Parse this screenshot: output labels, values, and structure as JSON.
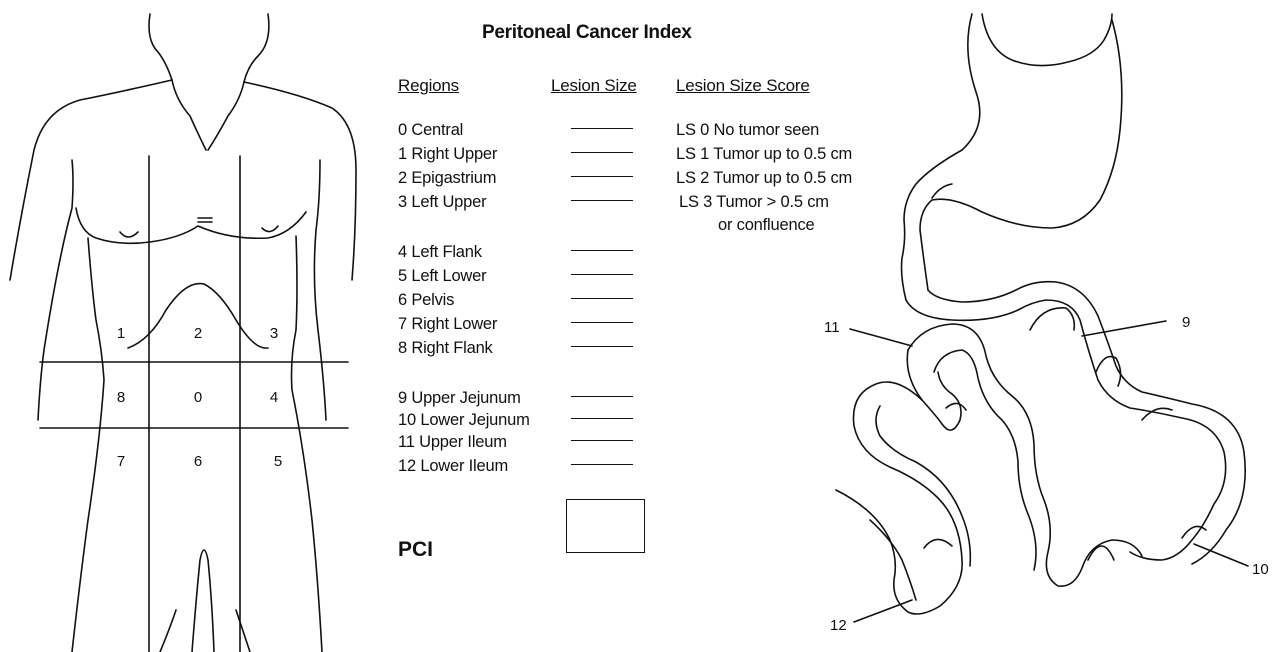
{
  "title": "Peritoneal Cancer Index",
  "headers": {
    "regions": "Regions",
    "lesion_size": "Lesion Size",
    "lesion_size_score": "Lesion Size Score"
  },
  "regions": [
    {
      "label": "0 Central"
    },
    {
      "label": "1 Right Upper"
    },
    {
      "label": "2 Epigastrium"
    },
    {
      "label": "3 Left Upper"
    },
    {
      "label": "4 Left Flank"
    },
    {
      "label": "5 Left Lower"
    },
    {
      "label": "6 Pelvis"
    },
    {
      "label": "7 Right Lower"
    },
    {
      "label": "8 Right Flank"
    },
    {
      "label": "9 Upper Jejunum"
    },
    {
      "label": "10 Lower Jejunum"
    },
    {
      "label": "11 Upper Ileum"
    },
    {
      "label": "12 Lower Ileum"
    }
  ],
  "scores": [
    "LS 0 No tumor seen",
    "LS 1 Tumor up to 0.5 cm",
    "LS 2 Tumor up to 0.5 cm",
    "LS 3 Tumor > 0.5 cm",
    "or confluence"
  ],
  "pci_label": "PCI",
  "torso_regions": [
    "1",
    "2",
    "3",
    "8",
    "0",
    "4",
    "7",
    "6",
    "5"
  ],
  "bowel_labels": [
    "11",
    "9",
    "12",
    "10"
  ]
}
